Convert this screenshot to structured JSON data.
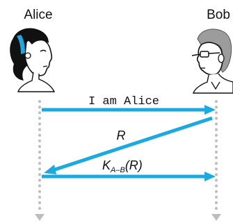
{
  "parties": {
    "left_name": "Alice",
    "right_name": "Bob"
  },
  "messages": [
    {
      "label": "I am Alice",
      "direction": "left-to-right"
    },
    {
      "label": "R",
      "direction": "right-to-left"
    },
    {
      "label_main": "K",
      "label_sub": "A–B",
      "label_arg": "(R)",
      "direction": "left-to-right"
    }
  ],
  "colors": {
    "arrow": "#1BA9E1",
    "timeline": "#BDBDBD",
    "text": "#111111"
  }
}
